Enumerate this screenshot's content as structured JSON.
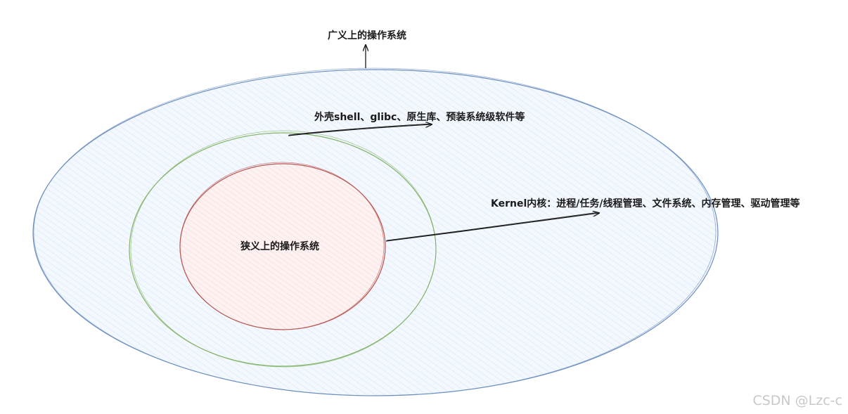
{
  "labels": {
    "broad_os": "广义上的操作系统",
    "shell_layer": "外壳shell、glibc、原生库、预装系统级软件等",
    "kernel_layer": "Kernel内核：进程/任务/线程管理、文件系统、内存管理、驱动管理等",
    "narrow_os": "狭义上的操作系统"
  },
  "watermark": "CSDN @Lzc-c",
  "colors": {
    "outer_stroke": "#6c8ebf",
    "outer_fill": "#dae8fc",
    "middle_stroke": "#82b366",
    "inner_stroke": "#b85450",
    "inner_fill": "#f8cecc",
    "arrow": "#1a1a1a"
  }
}
